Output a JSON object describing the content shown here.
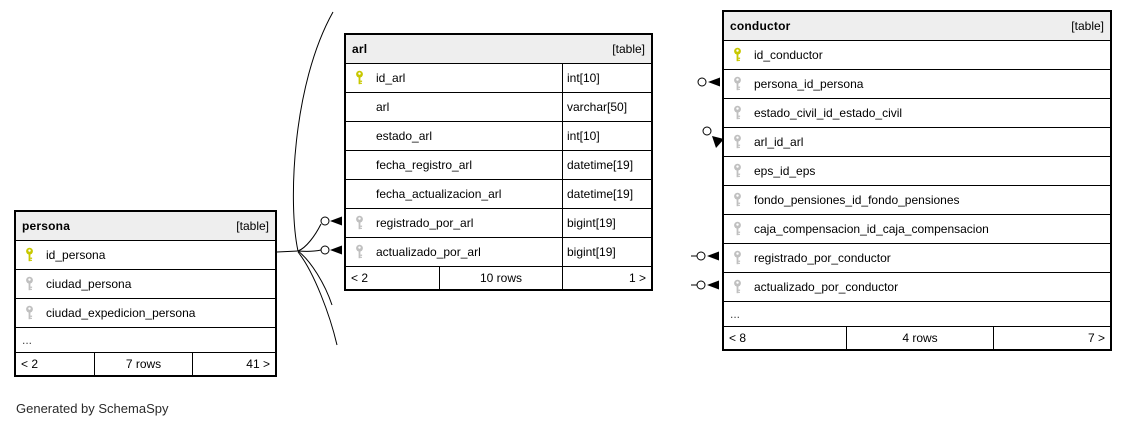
{
  "page": {
    "caption": "Generated by SchemaSpy"
  },
  "colors": {
    "header_bg": "#eeeeee",
    "table_border": "#000000",
    "primary_key": "#c8c800",
    "foreign_key": "#c0c0c0",
    "edge": "#000000"
  },
  "tables": [
    {
      "id": "persona",
      "name": "persona",
      "type_label": "[table]",
      "columns": [
        {
          "name": "id_persona",
          "key": "primary"
        },
        {
          "name": "ciudad_persona",
          "key": "foreign"
        },
        {
          "name": "ciudad_expedicion_persona",
          "key": "foreign"
        }
      ],
      "ellipsis": "...",
      "footer": [
        "< 2",
        "7 rows",
        "41 >"
      ]
    },
    {
      "id": "arl",
      "name": "arl",
      "type_label": "[table]",
      "columns": [
        {
          "name": "id_arl",
          "type": "int[10]",
          "key": "primary"
        },
        {
          "name": "arl",
          "type": "varchar[50]",
          "key": "none"
        },
        {
          "name": "estado_arl",
          "type": "int[10]",
          "key": "none"
        },
        {
          "name": "fecha_registro_arl",
          "type": "datetime[19]",
          "key": "none"
        },
        {
          "name": "fecha_actualizacion_arl",
          "type": "datetime[19]",
          "key": "none"
        },
        {
          "name": "registrado_por_arl",
          "type": "bigint[19]",
          "key": "foreign"
        },
        {
          "name": "actualizado_por_arl",
          "type": "bigint[19]",
          "key": "foreign"
        }
      ],
      "ellipsis": null,
      "footer": [
        "< 2",
        "10 rows",
        "1 >"
      ]
    },
    {
      "id": "conductor",
      "name": "conductor",
      "type_label": "[table]",
      "columns": [
        {
          "name": "id_conductor",
          "key": "primary"
        },
        {
          "name": "persona_id_persona",
          "key": "foreign"
        },
        {
          "name": "estado_civil_id_estado_civil",
          "key": "foreign"
        },
        {
          "name": "arl_id_arl",
          "key": "foreign"
        },
        {
          "name": "eps_id_eps",
          "key": "foreign"
        },
        {
          "name": "fondo_pensiones_id_fondo_pensiones",
          "key": "foreign"
        },
        {
          "name": "caja_compensacion_id_caja_compensacion",
          "key": "foreign"
        },
        {
          "name": "registrado_por_conductor",
          "key": "foreign"
        },
        {
          "name": "actualizado_por_conductor",
          "key": "foreign"
        }
      ],
      "ellipsis": "...",
      "footer": [
        "< 8",
        "4 rows",
        "7 >"
      ]
    }
  ]
}
